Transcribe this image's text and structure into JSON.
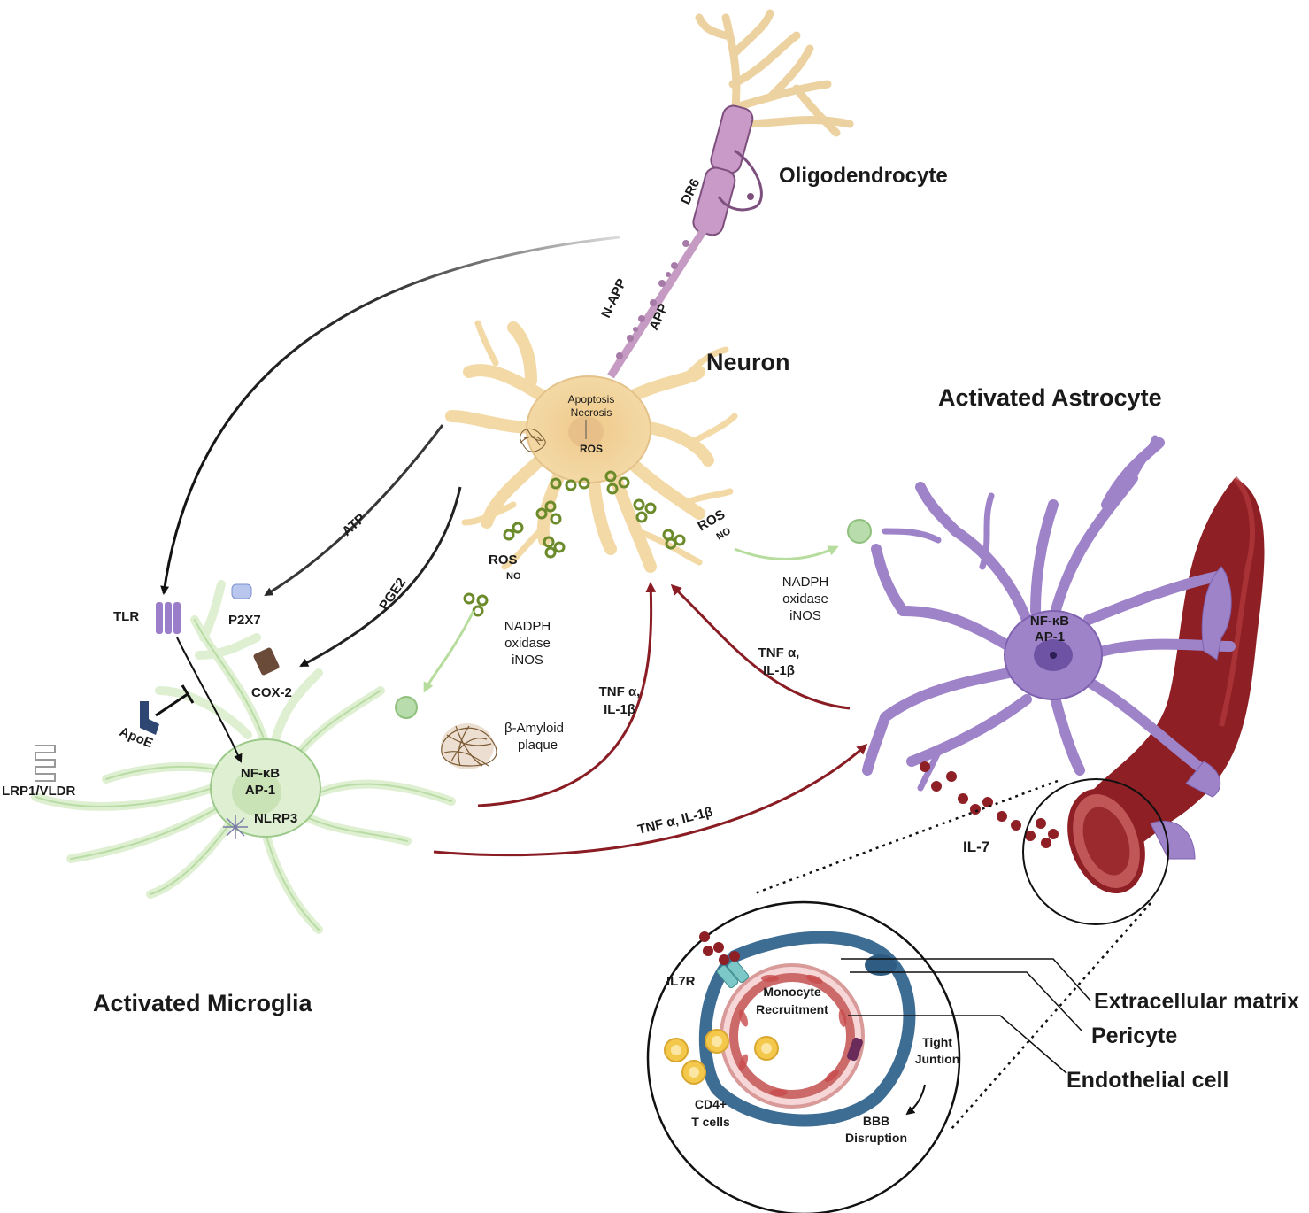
{
  "titles": {
    "oligodendrocyte": "Oligodendrocyte",
    "neuron": "Neuron",
    "astrocyte": "Activated Astrocyte",
    "microglia": "Activated Microglia"
  },
  "neuron": {
    "dr6": "DR6",
    "napp": "N-APP",
    "app": "APP",
    "apoptosis": "Apoptosis",
    "necrosis": "Necrosis",
    "ros": "ROS"
  },
  "signals": {
    "atp": "ATP",
    "pge2": "PGE2",
    "ros_left": "ROS",
    "no_left": "NO",
    "nadph_left": [
      "NADPH",
      "oxidase",
      "iNOS"
    ],
    "ros_right": "ROS",
    "no_right": "NO",
    "nadph_right": [
      "NADPH",
      "oxidase",
      "iNOS"
    ],
    "tnf_center": [
      "TNF α,",
      "IL-1β"
    ],
    "tnf_astro": [
      "TNF α,",
      "IL-1β"
    ],
    "tnf_bottom": "TNF α, IL-1β",
    "amyloid": [
      "β-Amyloid",
      "plaque"
    ]
  },
  "microglia": {
    "tlr": "TLR",
    "p2x7": "P2X7",
    "cox2": "COX-2",
    "apoe": "ApoE",
    "lrp1": "LRP1/VLDR",
    "nfkb": "NF-κB",
    "ap1": "AP-1",
    "nlrp3": "NLRP3"
  },
  "astrocyte": {
    "nfkb": "NF-κB",
    "ap1": "AP-1",
    "il7": "IL-7"
  },
  "inset": {
    "il7r": "IL7R",
    "monocyte": [
      "Monocyte",
      "Recruitment"
    ],
    "tight": [
      "Tight",
      "Juntion"
    ],
    "bbb": [
      "BBB",
      "Disruption"
    ],
    "cd4": [
      "CD4+",
      "T cells"
    ]
  },
  "legend": {
    "ecm": "Extracellular matrix",
    "pericyte": "Pericyte",
    "endothelial": "Endothelial cell"
  },
  "colors": {
    "neuron": "#f3d9a6",
    "neuron_stroke": "#d9b77a",
    "microglia": "#dff0d2",
    "microglia_stroke": "#9cc98a",
    "astrocyte": "#9e83c9",
    "astrocyte_dark": "#6e52a3",
    "vessel": "#8e1f24",
    "arrow_red": "#8a1c24",
    "arrow_green": "#a9d48e"
  }
}
